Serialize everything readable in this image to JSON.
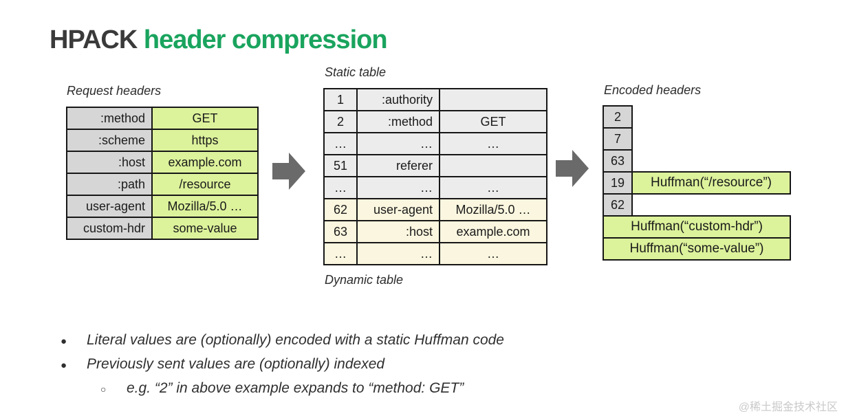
{
  "title": {
    "prefix": "HPACK ",
    "accent": "header compression"
  },
  "request_table": {
    "label": "Request headers",
    "rows": [
      {
        "name": ":method",
        "value": "GET"
      },
      {
        "name": ":scheme",
        "value": "https"
      },
      {
        "name": ":host",
        "value": "example.com"
      },
      {
        "name": ":path",
        "value": "/resource"
      },
      {
        "name": "user-agent",
        "value": "Mozilla/5.0 …"
      },
      {
        "name": "custom-hdr",
        "value": "some-value"
      }
    ]
  },
  "index_table": {
    "top_label": "Static table",
    "bottom_label": "Dynamic table",
    "rows": [
      {
        "index": "1",
        "name": ":authority",
        "value": "",
        "section": "static"
      },
      {
        "index": "2",
        "name": ":method",
        "value": "GET",
        "section": "static"
      },
      {
        "index": "…",
        "name": "…",
        "value": "…",
        "section": "static"
      },
      {
        "index": "51",
        "name": "referer",
        "value": "",
        "section": "static"
      },
      {
        "index": "…",
        "name": "…",
        "value": "…",
        "section": "static"
      },
      {
        "index": "62",
        "name": "user-agent",
        "value": "Mozilla/5.0 …",
        "section": "dynamic"
      },
      {
        "index": "63",
        "name": ":host",
        "value": "example.com",
        "section": "dynamic"
      },
      {
        "index": "…",
        "name": "…",
        "value": "…",
        "section": "dynamic"
      }
    ]
  },
  "encoded": {
    "label": "Encoded headers",
    "index_cells": [
      {
        "index": "2"
      },
      {
        "index": "7"
      },
      {
        "index": "63"
      },
      {
        "index": "19",
        "huffman": "Huffman(“/resource”)"
      },
      {
        "index": "62"
      }
    ],
    "full_rows": [
      "Huffman(“custom-hdr”)",
      "Huffman(“some-value”)"
    ]
  },
  "bullets": [
    {
      "level": 1,
      "text": "Literal values are (optionally) encoded with a static Huffman code"
    },
    {
      "level": 1,
      "text": "Previously sent values are (optionally) indexed"
    },
    {
      "level": 2,
      "text": "e.g. “2” in above example expands to “method: GET”"
    }
  ],
  "watermark": "@稀土掘金技术社区",
  "colors": {
    "accent_green": "#1aa45e",
    "cell_gray": "#d6d6d6",
    "cell_green": "#dcf29b",
    "static_row": "#ececec",
    "dynamic_row": "#faf6df",
    "border": "#161616",
    "arrow_gray": "#6a6a6a"
  }
}
